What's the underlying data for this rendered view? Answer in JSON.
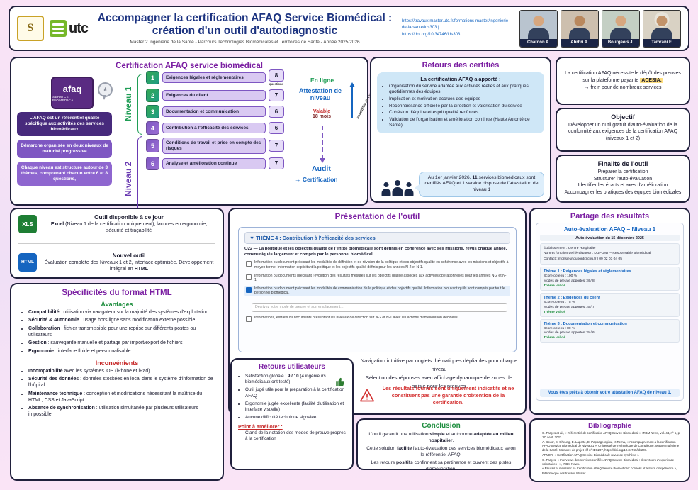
{
  "header": {
    "title_line1": "Accompagner la certification AFAQ Service Biomédical :",
    "title_line2": "création d'un outil d'autodiagnostic",
    "subtitle": "Master 2 Ingénierie de la Santé - Parcours Technologies Biomédicales et Territoires de Santé - Année 2025/2026",
    "url_line1": "https://travaux.master.utc.fr/formations-master/ingenierie-de-la-sante/ids303 |",
    "url_line2": "https://doi.org/10.34746/ids303",
    "logo_sante": "S",
    "logo_utc": "utc",
    "authors": [
      "Chardon A.",
      "Abrbri A.",
      "Bourgeois J.",
      "Tamrani F."
    ]
  },
  "certification": {
    "title": "Certification AFAQ service biomédical",
    "afaq_logo": {
      "name": "afaq",
      "sub": "SERVICE BIOMÉDICAL"
    },
    "facts": [
      "L'AFAQ est un référentiel qualité spécifique aux activités des services biomédicaux",
      "Démarche organisée en deux niveaux de maturité progressive",
      "Chaque niveau est structuré autour de 3 thèmes, comprenant chacun entre 6 et 8 questions,"
    ],
    "level1_label": "Niveau 1",
    "level2_label": "Niveau 2",
    "questions_caption": "questions",
    "themes": [
      {
        "num": "1",
        "label": "Exigences légales et réglementaires",
        "count": "8"
      },
      {
        "num": "2",
        "label": "Exigences du client",
        "count": "7"
      },
      {
        "num": "3",
        "label": "Documentation et communication",
        "count": "6"
      },
      {
        "num": "4",
        "label": "Contribution à l'efficacité des services",
        "count": "6"
      },
      {
        "num": "5",
        "label": "Conditions de travail et prise en compte des risques",
        "count": "7"
      },
      {
        "num": "6",
        "label": "Analyse et amélioration continue",
        "count": "7"
      }
    ],
    "pathway": {
      "online": "En ligne",
      "attestation": "Attestation de niveau",
      "valid_label": "Valable",
      "valid_duration": "18 mois",
      "renew_note": "possibilité de renouveler",
      "audit": "Audit",
      "certification": "→ Certification"
    }
  },
  "retours_certifies": {
    "title": "Retours des certifiés",
    "panel_title": "La certification AFAQ a apporté :",
    "bullets": [
      "Organisation du service adaptée aux activités réelles et aux pratiques quotidiennes des équipes",
      "Implication et motivation accrues des équipes",
      "Reconnaissance officielle par la direction et valorisation du service",
      "Cohésion d'équipe et esprit qualité renforcés",
      "Validation de l'organisation et amélioration continue (Haute Autorité de Santé)"
    ],
    "stat": [
      "Au 1er janvier 2026, ",
      "11",
      " services biomédicaux sont certifiés AFAQ et ",
      "1",
      " service dispose de l'attestation de niveau 1"
    ]
  },
  "acesia": {
    "pre": "La certification AFAQ nécessite le dépôt des preuves sur la plateforme payante ",
    "highlight": "ACESIA.",
    "post": "→ frein pour de nombreux services"
  },
  "objectif": {
    "title": "Objectif",
    "text": "Développer un outil gratuit d'auto-évaluation de la conformité aux exigences de la certification AFAQ (niveaux 1 et 2)"
  },
  "finalite": {
    "title": "Finalité de l'outil",
    "lines": [
      "Préparer la certification",
      "Structurer l'auto-évaluation",
      "Identifier les écarts et axes d'amélioration",
      "Accompagner les pratiques des équipes biomédicales"
    ]
  },
  "outils": {
    "excel_icon": "XLS",
    "excel_title": "Outil disponible à ce jour",
    "excel_desc": [
      "Excel",
      " (Niveau 1 de la certification uniquement), lacunes en ergonomie, sécurité et traçabilité"
    ],
    "html_icon": "HTML",
    "html_title": "Nouvel outil",
    "html_desc": [
      "Évaluation complète des Niveaux 1 et 2, interface optimisée. Développement intégral en ",
      "HTML"
    ]
  },
  "specs": {
    "title": "Spécificités du format HTML",
    "adv_title": "Avantages",
    "advantages": [
      {
        "lead": "Compatibilité",
        "text": " : utilisation via navigateur sur la majorité des systèmes d'exploitation"
      },
      {
        "lead": "Sécurité & Autonomie",
        "text": " : usage hors ligne sans modification externe possible"
      },
      {
        "lead": "Collaboration",
        "text": " : fichier transmissible pour une reprise sur différents postes ou utilisateurs"
      },
      {
        "lead": "Gestion",
        "text": " : sauvegarde manuelle et partage par import/export de fichiers"
      },
      {
        "lead": "Ergonomie",
        "text": " : interface fluide et personnalisable"
      }
    ],
    "dis_title": "Inconvénients",
    "disadvantages": [
      {
        "lead": "Incompatibilité",
        "text": " avec les systèmes iOS (iPhone et iPad)"
      },
      {
        "lead": "Sécurité des données",
        "text": " : données stockées en local dans le système d'information de l'hôpital"
      },
      {
        "lead": "Maintenance technique",
        "text": " : conception et modifications nécessitant la maîtrise du HTML, CSS et JavaScript"
      },
      {
        "lead": "Absence de synchronisation",
        "text": " : utilisation simultanée par plusieurs utilisateurs impossible"
      }
    ]
  },
  "presentation": {
    "title": "Présentation de l'outil",
    "theme_header": "▼ THÈME 4 : Contribution à l'efficacité des services",
    "question": "Q22 — La politique et les objectifs qualité de l'entité biomédicale sont définis en cohérence avec ses missions, revus chaque année, communiqués largement et compris par le personnel biomédical.",
    "options": [
      "Information ou document précisant les modalités de définition et de révision de la politique et des objectifs qualité en cohérence avec les missions et objectifs à moyen terme. Information explicitant la politique et les objectifs qualité définis pour les années N-2 et N-1.",
      "Information ou documents précisant l'évolution des résultats mesurés sur les objectifs qualité associés aux activités opérationnelles pour les années N-2 et N-1.",
      "Information ou document précisant les modalités de communication de la politique et des objectifs qualité. Information prouvant qu'ils sont compris par tout le personnel biomédical."
    ],
    "input_placeholder": "Décrivez votre mode de preuve et son emplacement...",
    "option4": "Informations, extraits ou documents présentant les niveaux de direction sur N-2 et N-1 avec les actions d'amélioration décidées.",
    "caption1": "Navigation intuitive par onglets thématiques dépliables pour chaque niveau",
    "caption2": "Sélection des réponses avec affichage dynamique de zones de saisie pour les preuves",
    "warning": "Les résultats fournis sont uniquement indicatifs et ne constituent pas une garantie d'obtention de la certification."
  },
  "retours_utilisateurs": {
    "title": "Retours utilisateurs",
    "b1": [
      "Satisfaction globale : ",
      "9 / 10",
      " (4 ingénieurs biomédicaux ont testé)"
    ],
    "bullets": [
      "Outil jugé utile pour la préparation à la certification AFAQ",
      "Ergonomie jugée excellente (facilité d'utilisation et interface visuelle)",
      "Aucune difficulté technique signalée"
    ],
    "improve_title": "Point à améliorer :",
    "improve_text": "Clarté de la notation des modes de preuve propres à la certification"
  },
  "conclusion": {
    "title": "Conclusion",
    "p1": [
      "L'outil garantit une utilisation ",
      "simple",
      " et autonome ",
      "adaptée au milieu hospitalier",
      "."
    ],
    "p2": [
      "Cette solution ",
      "facilite",
      " l'auto-évaluation des services biomédicaux selon le référentiel AFAQ."
    ],
    "p3": [
      "Les retours ",
      "positifs",
      " confirment sa pertinence et ouvrent des pistes d'amélioration."
    ]
  },
  "partage": {
    "title": "Partage des résultats",
    "report_title": "Auto-évaluation AFAQ – Niveau 1",
    "report_date": "Auto-évaluation du 15 décembre 2025",
    "info_lines": [
      "Établissement : Centre Hospitalier",
      "Nom et fonction de l'évaluateur : DUPONT – Responsable Biomédical",
      "Contact : monsieur.dupont@chu.fr | 09 02 03 04 05"
    ],
    "themes": [
      {
        "name": "Thème 1 : Exigences légales et réglementaires",
        "score": "Score obtenu : 100 %",
        "proofs": "Modes de preuve apportés : 8 / 8",
        "status": "Thème validé"
      },
      {
        "name": "Thème 2 : Exigences du client",
        "score": "Score obtenu : 75 %",
        "proofs": "Modes de preuve apportés : 5 / 7",
        "status": "Thème validé"
      },
      {
        "name": "Thème 3 : Documentation et communication",
        "score": "Score obtenu : 80 %",
        "proofs": "Modes de preuve apportés : 5 / 6",
        "status": "Thème validé"
      }
    ],
    "footer": "Vous êtes prêts à obtenir votre attestation AFAQ de niveau 1."
  },
  "bibliographie": {
    "title": "Bibliographie",
    "refs": [
      "G. Farges et al., « Référentiel de certification AFAQ Service Biomédical », IRBM News, vol. 44, n° 6, p. 17, sept. 2023.",
      "A. Bouor, S. Gheung, E. Laporte, E. Pappageorgiou, et Rema, « Accompagnement à la certification AFAQ Service Biomédical de Niveau 1 », Université de Technologie de Compiègne, Master Ingénierie de la Santé, Mémoire de projet réf n° IDS207, https://doi.org/10.34740/ids207.",
      "AFNOR, « Certification AFAQ Service Biomédical : revue de synthèse ».",
      "G. Farges, « Interviews des services certifiés AFAQ Service Biomédical : des retours d'expérience volontaires ! », IRBM News.",
      "« Réussir et maintenir sa Certification AFAQ Service Biomédical : conseils et retours d'expérience »,",
      "Bibliothèque des travaux Master."
    ]
  }
}
